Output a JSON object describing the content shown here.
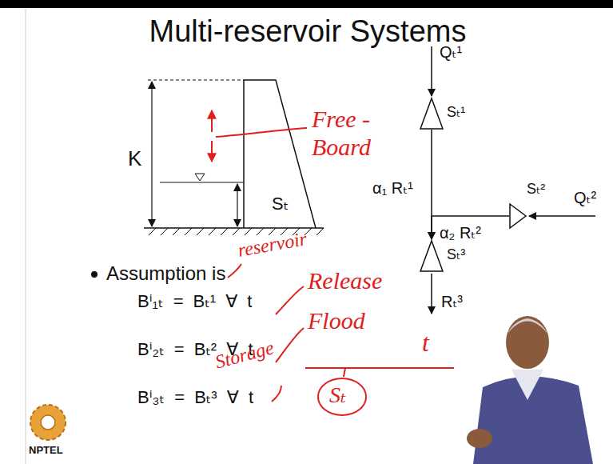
{
  "diagram": {
    "title": "Multi-reservoir Systems",
    "nodes": [
      {
        "text": [
          "Sₜ¹"
        ]
      },
      {
        "text": [
          "Sₜ²"
        ]
      },
      {
        "text": [
          "Sₜ³"
        ]
      }
    ],
    "edges": [
      {
        "from": 0,
        "to": 2,
        "arrow": "to",
        "label": "α₁ Rₜ¹"
      },
      {
        "from": 1,
        "to": 2,
        "arrow": "to",
        "label": "α₂ Rₜ²"
      }
    ],
    "labels": [
      "K",
      "Sₜ",
      "Free - Board",
      "Qₜ¹",
      "Qₜ²",
      "Rₜ³",
      "Assumption is",
      "Bⁱ₁ₜ = Bₜ¹ ∀ t",
      "Bⁱ₂ₜ = Bₜ² ∀ t",
      "Bⁱ₃ₜ = Bₜ³ ∀ t",
      "reservoir",
      "Release",
      "Flood",
      "Storage",
      "t",
      "Sₜ",
      "NPTEL"
    ]
  }
}
